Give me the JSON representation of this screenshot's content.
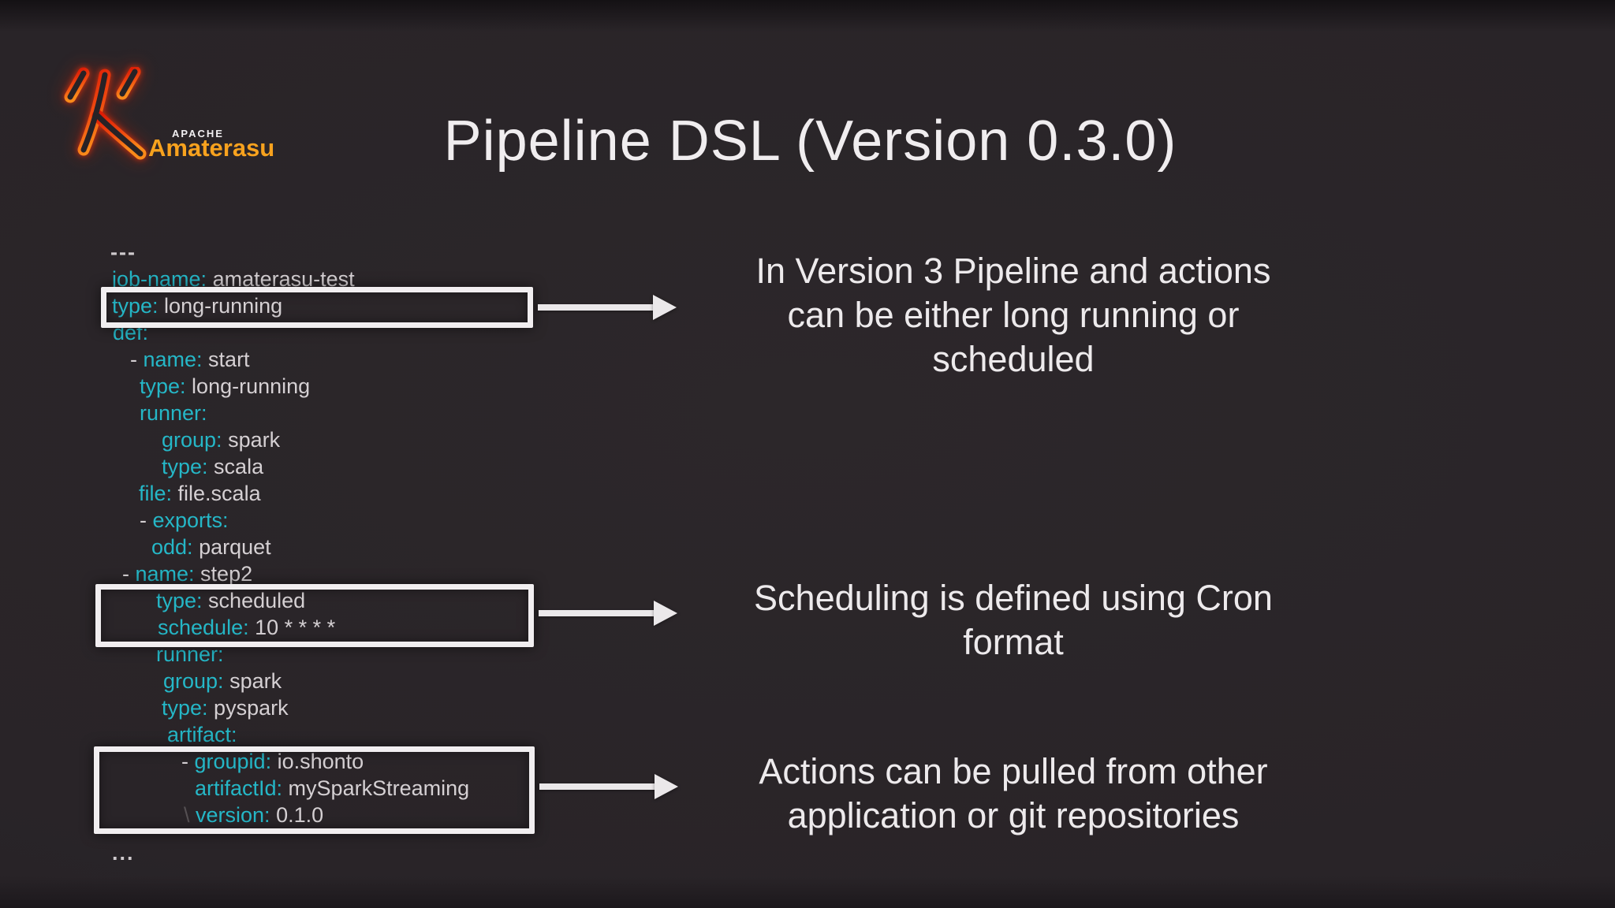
{
  "slide": {
    "title": "Pipeline DSL (Version 0.3.0)"
  },
  "logo": {
    "apache": "APACHE",
    "name": "Amaterasu"
  },
  "colors": {
    "background": "#292428",
    "yaml_key": "#25b7c7",
    "yaml_value": "#d5d0d3",
    "box_border": "#f1eef0",
    "arrow": "#ebe8ea",
    "logo_orange": "#f7a21e",
    "logo_neon_red": "#e8380f",
    "title_text": "#f0edef"
  },
  "code": {
    "lines": [
      {
        "indent": 0,
        "parts": [
          {
            "c": "plain",
            "t": "---"
          }
        ]
      },
      {
        "indent": 2,
        "parts": [
          {
            "c": "key",
            "t": "job-name:"
          },
          {
            "c": "val",
            "t": " amaterasu-test"
          }
        ]
      },
      {
        "indent": 2,
        "parts": [
          {
            "c": "key",
            "t": "type:"
          },
          {
            "c": "val",
            "t": " long-running"
          }
        ]
      },
      {
        "indent": 3,
        "parts": [
          {
            "c": "key",
            "t": "def:"
          }
        ]
      },
      {
        "indent": 25,
        "parts": [
          {
            "c": "val",
            "t": "- "
          },
          {
            "c": "key",
            "t": "name:"
          },
          {
            "c": "val",
            "t": " start"
          }
        ]
      },
      {
        "indent": 37,
        "parts": [
          {
            "c": "key",
            "t": "type:"
          },
          {
            "c": "val",
            "t": " long-running"
          }
        ]
      },
      {
        "indent": 37,
        "parts": [
          {
            "c": "key",
            "t": "runner:"
          }
        ]
      },
      {
        "indent": 65,
        "parts": [
          {
            "c": "key",
            "t": "group:"
          },
          {
            "c": "val",
            "t": " spark"
          }
        ]
      },
      {
        "indent": 65,
        "parts": [
          {
            "c": "key",
            "t": "type:"
          },
          {
            "c": "val",
            "t": " scala"
          }
        ]
      },
      {
        "indent": 36,
        "parts": [
          {
            "c": "key",
            "t": "file:"
          },
          {
            "c": "val",
            "t": " file.scala"
          }
        ]
      },
      {
        "indent": 37,
        "parts": [
          {
            "c": "val",
            "t": "- "
          },
          {
            "c": "key",
            "t": "exports:"
          }
        ]
      },
      {
        "indent": 52,
        "parts": [
          {
            "c": "key",
            "t": "odd:"
          },
          {
            "c": "val",
            "t": " parquet"
          }
        ]
      },
      {
        "indent": 15,
        "parts": [
          {
            "c": "val",
            "t": "- "
          },
          {
            "c": "key",
            "t": "name:"
          },
          {
            "c": "val",
            "t": " step2"
          }
        ]
      },
      {
        "indent": 58,
        "parts": [
          {
            "c": "key",
            "t": "type:"
          },
          {
            "c": "val",
            "t": " scheduled"
          }
        ]
      },
      {
        "indent": 60,
        "parts": [
          {
            "c": "key",
            "t": "schedule:"
          },
          {
            "c": "val",
            "t": " 10 * * * *"
          }
        ]
      },
      {
        "indent": 58,
        "parts": [
          {
            "c": "key",
            "t": "runner:"
          }
        ]
      },
      {
        "indent": 67,
        "parts": [
          {
            "c": "key",
            "t": "group:"
          },
          {
            "c": "val",
            "t": " spark"
          }
        ]
      },
      {
        "indent": 65,
        "parts": [
          {
            "c": "key",
            "t": "type:"
          },
          {
            "c": "val",
            "t": " pyspark"
          }
        ]
      },
      {
        "indent": 72,
        "parts": [
          {
            "c": "key",
            "t": "artifact:"
          }
        ]
      },
      {
        "indent": 90,
        "parts": [
          {
            "c": "val",
            "t": "- "
          },
          {
            "c": "key",
            "t": "groupid:"
          },
          {
            "c": "val",
            "t": " io.shonto"
          }
        ]
      },
      {
        "indent": 107,
        "parts": [
          {
            "c": "key",
            "t": "artifactId:"
          },
          {
            "c": "val",
            "t": " mySparkStreaming"
          }
        ]
      },
      {
        "indent": 93,
        "parts": [
          {
            "c": "slash",
            "t": "\\ "
          },
          {
            "c": "key",
            "t": "version:"
          },
          {
            "c": "val",
            "t": " 0.1.0"
          }
        ]
      },
      {
        "indent": 2,
        "mt": 14,
        "parts": [
          {
            "c": "plain",
            "t": "..."
          }
        ]
      }
    ]
  },
  "annotations": [
    {
      "lines": [
        "In Version 3 Pipeline and actions",
        "can be either long running or",
        "scheduled"
      ]
    },
    {
      "lines": [
        "Scheduling is defined using Cron",
        "format"
      ]
    },
    {
      "lines": [
        "Actions can be pulled from other",
        "application or git repositories"
      ]
    }
  ]
}
